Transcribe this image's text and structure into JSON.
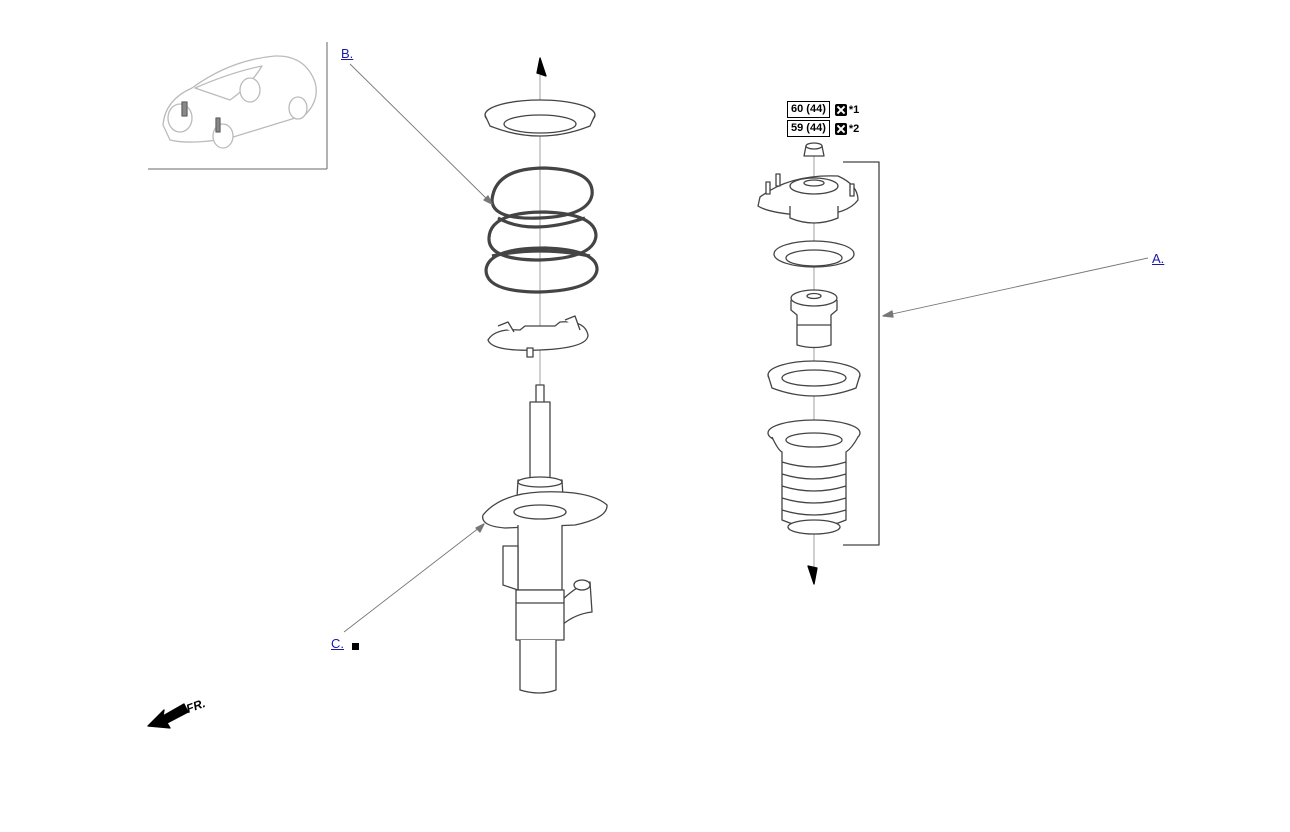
{
  "callouts": {
    "a": "A.",
    "b": "B.",
    "c": "C."
  },
  "torque_specs": [
    {
      "value": "60 (44)",
      "note": "*1"
    },
    {
      "value": "59 (44)",
      "note": "*2"
    }
  ],
  "direction": {
    "label": "FR."
  },
  "icons": [
    "replace-part-icon",
    "front-direction-arrow-icon",
    "vehicle-location-thumbnail"
  ],
  "colors": {
    "line": "#555555",
    "link": "#1a1aa6"
  }
}
